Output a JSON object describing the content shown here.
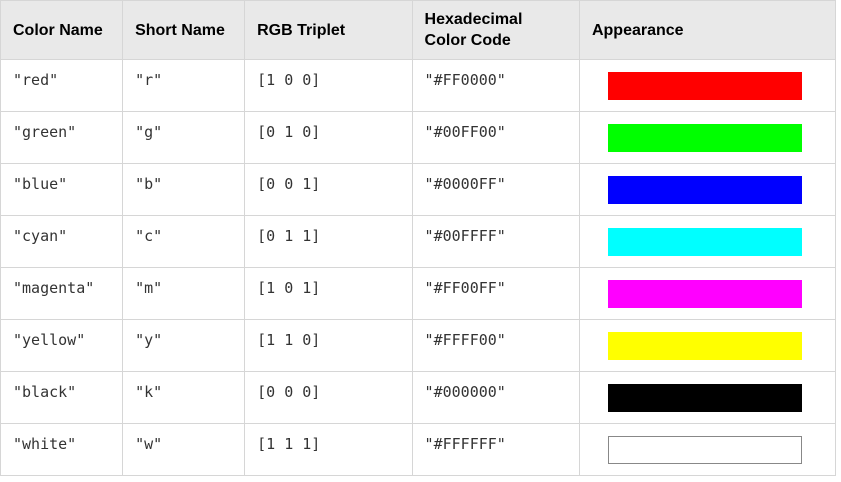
{
  "table": {
    "headers": {
      "color_name": "Color Name",
      "short_name": "Short Name",
      "rgb_triplet": "RGB Triplet",
      "hex_line1": "Hexadecimal",
      "hex_line2": "Color Code",
      "appearance": "Appearance"
    },
    "rows": [
      {
        "name": "\"red\"",
        "short": "\"r\"",
        "rgb": "[1 0 0]",
        "hex": "\"#FF0000\"",
        "swatch_color": "#FF0000"
      },
      {
        "name": "\"green\"",
        "short": "\"g\"",
        "rgb": "[0 1 0]",
        "hex": "\"#00FF00\"",
        "swatch_color": "#00FF00"
      },
      {
        "name": "\"blue\"",
        "short": "\"b\"",
        "rgb": "[0 0 1]",
        "hex": "\"#0000FF\"",
        "swatch_color": "#0000FF"
      },
      {
        "name": "\"cyan\"",
        "short": "\"c\"",
        "rgb": "[0 1 1]",
        "hex": "\"#00FFFF\"",
        "swatch_color": "#00FFFF"
      },
      {
        "name": "\"magenta\"",
        "short": "\"m\"",
        "rgb": "[1 0 1]",
        "hex": "\"#FF00FF\"",
        "swatch_color": "#FF00FF"
      },
      {
        "name": "\"yellow\"",
        "short": "\"y\"",
        "rgb": "[1 1 0]",
        "hex": "\"#FFFF00\"",
        "swatch_color": "#FFFF00"
      },
      {
        "name": "\"black\"",
        "short": "\"k\"",
        "rgb": "[0 0 0]",
        "hex": "\"#000000\"",
        "swatch_color": "#000000"
      },
      {
        "name": "\"white\"",
        "short": "\"w\"",
        "rgb": "[1 1 1]",
        "hex": "\"#FFFFFF\"",
        "swatch_color": "#FFFFFF"
      }
    ]
  },
  "colors": {
    "header_bg": "#E9E9E9",
    "border": "#D6D6D6",
    "code_text": "#333333",
    "white_swatch_outline": "#888888"
  }
}
